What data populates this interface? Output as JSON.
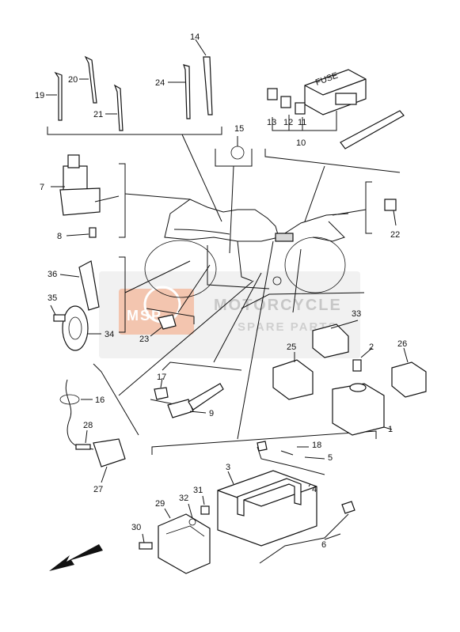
{
  "watermark": {
    "line1": "MOTORCYCLE",
    "line2": "SPARE PARTS",
    "badge": "MSP"
  },
  "fuse_box_label": "FUSE",
  "callouts": [
    {
      "id": "c1",
      "text": "1"
    },
    {
      "id": "c2",
      "text": "2"
    },
    {
      "id": "c3",
      "text": "3"
    },
    {
      "id": "c4",
      "text": "4"
    },
    {
      "id": "c5",
      "text": "5"
    },
    {
      "id": "c6",
      "text": "6"
    },
    {
      "id": "c7",
      "text": "7"
    },
    {
      "id": "c8",
      "text": "8"
    },
    {
      "id": "c9",
      "text": "9"
    },
    {
      "id": "c10",
      "text": "10"
    },
    {
      "id": "c11",
      "text": "11"
    },
    {
      "id": "c12",
      "text": "12"
    },
    {
      "id": "c13",
      "text": "13"
    },
    {
      "id": "c14",
      "text": "14"
    },
    {
      "id": "c15",
      "text": "15"
    },
    {
      "id": "c16",
      "text": "16"
    },
    {
      "id": "c17",
      "text": "17"
    },
    {
      "id": "c18",
      "text": "18"
    },
    {
      "id": "c19",
      "text": "19"
    },
    {
      "id": "c20",
      "text": "20"
    },
    {
      "id": "c21",
      "text": "21"
    },
    {
      "id": "c22",
      "text": "22"
    },
    {
      "id": "c23",
      "text": "23"
    },
    {
      "id": "c24",
      "text": "24"
    },
    {
      "id": "c25",
      "text": "25"
    },
    {
      "id": "c26",
      "text": "26"
    },
    {
      "id": "c27",
      "text": "27"
    },
    {
      "id": "c28",
      "text": "28"
    },
    {
      "id": "c29",
      "text": "29"
    },
    {
      "id": "c30",
      "text": "30"
    },
    {
      "id": "c31",
      "text": "31"
    },
    {
      "id": "c32",
      "text": "32"
    },
    {
      "id": "c33",
      "text": "33"
    },
    {
      "id": "c34",
      "text": "34"
    },
    {
      "id": "c35",
      "text": "35"
    },
    {
      "id": "c36",
      "text": "36"
    }
  ],
  "colors": {
    "ink": "#111111",
    "watermark": "#bfbfbf",
    "badge": "#e8743b"
  }
}
